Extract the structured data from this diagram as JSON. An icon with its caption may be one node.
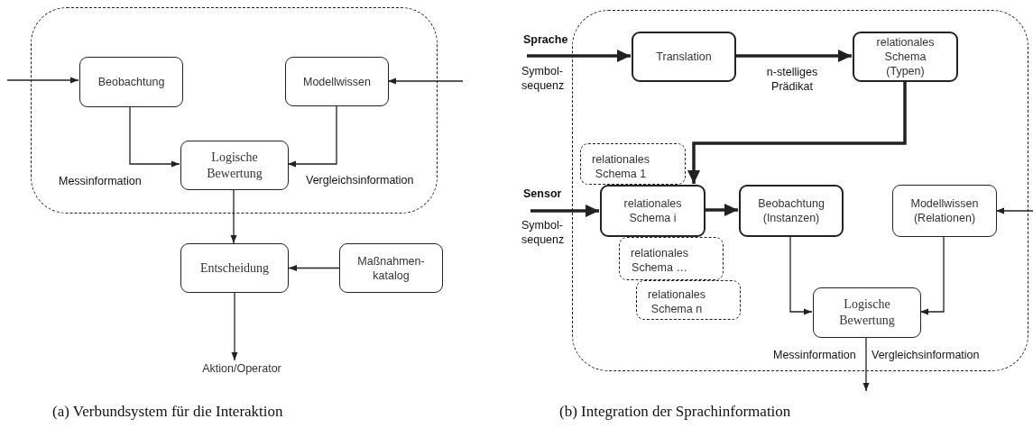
{
  "diagram": {
    "nodes": [
      {
        "text": [],
        "shape": "box"
      },
      {
        "text": [
          "Beobachtung"
        ],
        "in": 0
      },
      {
        "text": [
          "Modellwissen"
        ],
        "in": 0
      },
      {
        "text": [
          "Logische Bewertung"
        ],
        "in": 0
      },
      {
        "text": [
          "Entscheidung"
        ]
      },
      {
        "text": [
          "Maßnahmen- katalog"
        ]
      },
      {
        "text": [
          "Aktion/Operator"
        ]
      },
      {
        "text": [],
        "shape": "box"
      },
      {
        "text": [
          "Translation"
        ],
        "in": 7
      },
      {
        "text": [
          "relationales Schema (Typen)"
        ],
        "in": 7
      },
      {
        "text": [
          "relationales Schema 1"
        ],
        "in": 7
      },
      {
        "text": [
          "relationales Schema i"
        ],
        "in": 7
      },
      {
        "text": [
          "relationales Schema …"
        ],
        "in": 7
      },
      {
        "text": [
          "relationales Schema n"
        ],
        "in": 7
      },
      {
        "text": [
          "Beobachtung (Instanzen)"
        ],
        "in": 7
      },
      {
        "text": [
          "Modellwissen (Relationen)"
        ],
        "in": 7
      },
      {
        "text": [
          "Logische Bewertung"
        ],
        "in": 7
      }
    ],
    "edges": [
      {
        "from": null,
        "to": 1,
        "arrow": "to"
      },
      {
        "from": null,
        "to": 2,
        "arrow": "to"
      },
      {
        "from": 1,
        "to": 3,
        "arrow": "to"
      },
      {
        "from": 2,
        "to": 3,
        "arrow": "to"
      },
      {
        "from": 3,
        "to": 4,
        "arrow": "to"
      },
      {
        "from": 5,
        "to": 4,
        "arrow": "to"
      },
      {
        "from": 4,
        "to": 6,
        "arrow": "to"
      },
      {
        "from": null,
        "to": 8,
        "arrow": "to",
        "style": "thick"
      },
      {
        "from": 8,
        "to": 9,
        "arrow": "to",
        "style": "thick",
        "label": "n-stelliges Prädikat"
      },
      {
        "from": 9,
        "to": 11,
        "arrow": "to",
        "style": "thick"
      },
      {
        "from": null,
        "to": 11,
        "arrow": "to",
        "style": "thick"
      },
      {
        "from": 11,
        "to": 14,
        "arrow": "to",
        "style": "thick"
      },
      {
        "from": null,
        "to": 15,
        "arrow": "to"
      },
      {
        "from": 14,
        "to": 16,
        "arrow": "to"
      },
      {
        "from": 15,
        "to": 16,
        "arrow": "to"
      },
      {
        "from": 16,
        "to": null,
        "arrow": "to"
      }
    ],
    "labels": [
      "Messinformation",
      "Vergleichsinformation",
      "Sprache",
      "Symbol- sequenz",
      "Sensor",
      "Symbol- sequenz",
      "Messinformation",
      "Vergleichsinformation",
      "(a) Verbundsystem für die Interaktion",
      "(b) Integration der Sprachinformation"
    ]
  }
}
